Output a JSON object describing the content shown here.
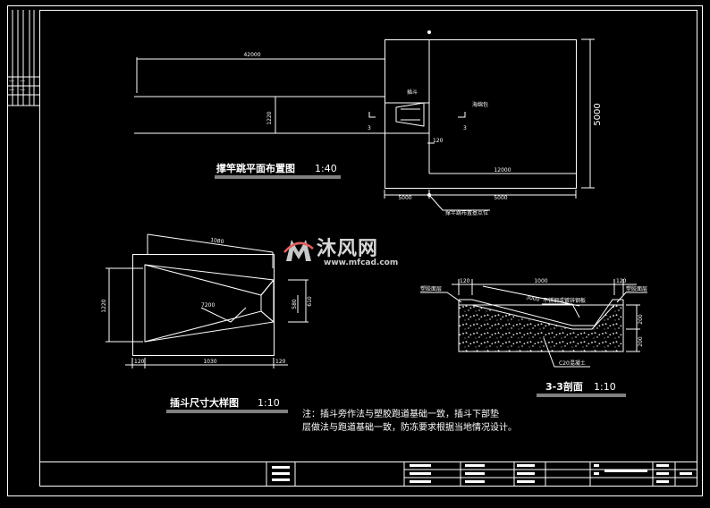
{
  "titles": {
    "plan": "撑竿跳平面布置图",
    "plan_scale": "1:40",
    "detail": "插斗尺寸大样图",
    "detail_scale": "1:10",
    "section": "3-3剖面",
    "section_scale": "1:10"
  },
  "note": {
    "line1": "注：插斗旁作法与塑胶跑道基础一致，插斗下部垫",
    "line2": "层做法与跑道基础一致，防冻要求根据当地情况设计。"
  },
  "plan_labels": {
    "dim_runway_length": "42000",
    "dim_runway_width": "1220",
    "dim_pit_height": "5000",
    "dim_pit_inner": "12000",
    "dim_small": "120",
    "dim_bottom_left": "5000",
    "dim_bottom_right": "5000",
    "box_label": "插斗",
    "pit_label": "海绵包",
    "section_mark": "3",
    "leader_label": "撑竿跳布置基点位"
  },
  "detail_labels": {
    "dim_top": "1080",
    "dim_bottom": "1030",
    "dim_left_small": "120",
    "dim_right_small": "120",
    "dim_left_height": "1220",
    "dim_right_height": "610",
    "dim_right_inner": "580",
    "inner_label": "7200"
  },
  "section_labels": {
    "dim_top_left": "120",
    "dim_top_mid": "1000",
    "dim_top_right": "120",
    "dim_slope": "3000",
    "dim_h1": "200",
    "dim_h2": "200",
    "left_label": "塑胶面层",
    "right_label": "塑胶面层",
    "mid_label": "不锈钢或镀锌钢板",
    "bottom_label": "C20混凝土"
  },
  "watermark": {
    "brand": "沐风网",
    "url": "www.mfcad.com"
  },
  "title_block": {
    "left_marks": [
      "一",
      "一",
      "一",
      "一"
    ]
  },
  "colors": {
    "background": "#000000",
    "lines": "#ffffff",
    "watermark": "#d0d0d0"
  }
}
